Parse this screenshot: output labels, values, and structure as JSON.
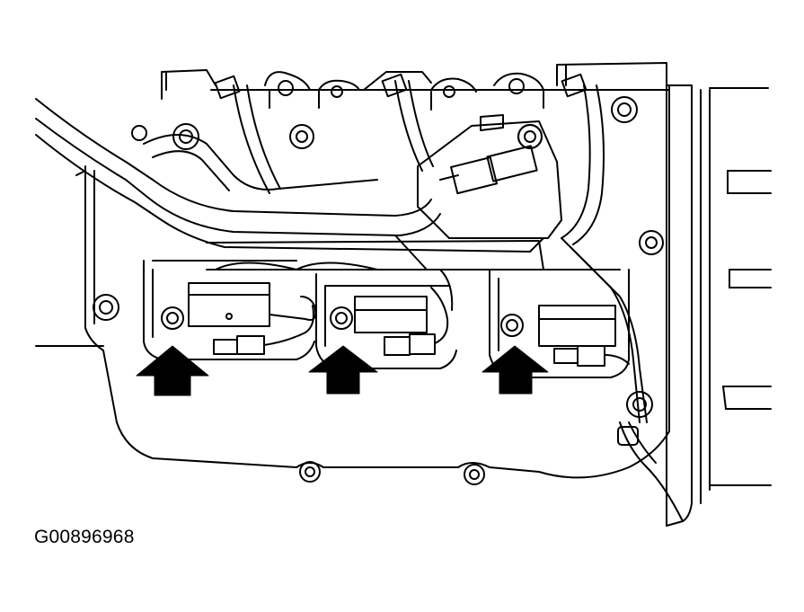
{
  "figure": {
    "id": "G00896968",
    "callouts": [
      {
        "name": "bolt-1",
        "direction": "up"
      },
      {
        "name": "bolt-2",
        "direction": "up"
      },
      {
        "name": "bolt-3",
        "direction": "up"
      }
    ],
    "colors": {
      "line": "#000000",
      "background": "#ffffff"
    }
  }
}
